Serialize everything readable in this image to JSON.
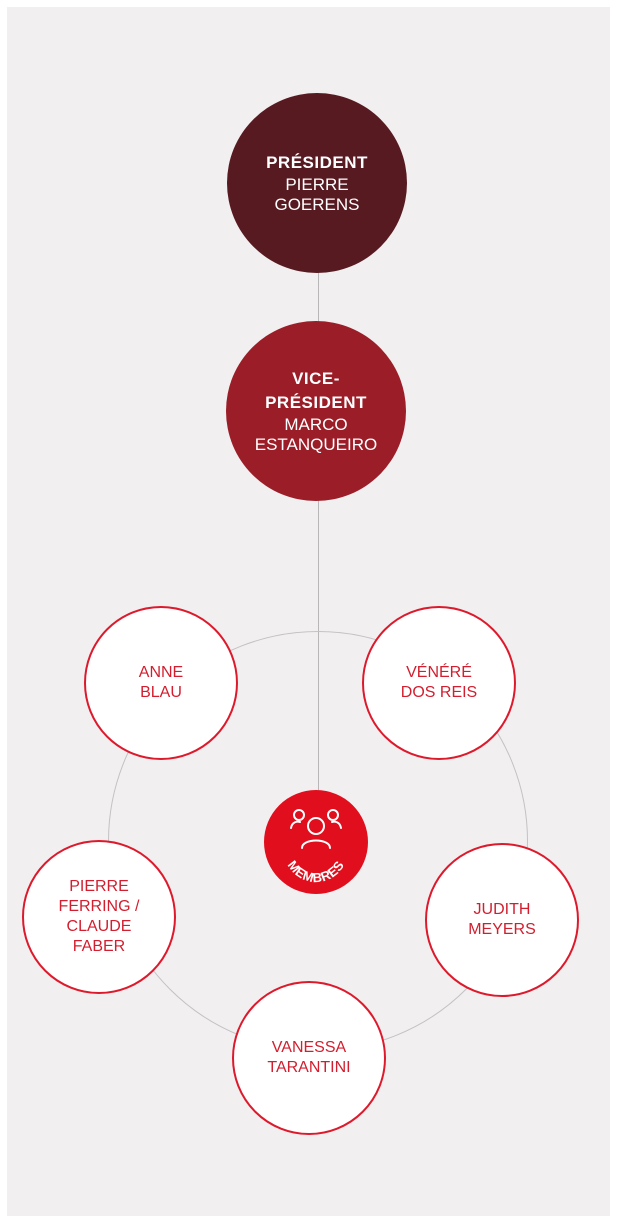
{
  "president": {
    "role": "PRÉSIDENT",
    "name_lines": [
      "PIERRE",
      "GOERENS"
    ],
    "color": "#561a20"
  },
  "vice_president": {
    "role_lines": [
      "VICE-",
      "PRÉSIDENT"
    ],
    "name_lines": [
      "MARCO",
      "ESTANQUEIRO"
    ],
    "color": "#9b1d27"
  },
  "hub": {
    "label": "MEMBRES",
    "icon": "people-icon",
    "color": "#e10f1d"
  },
  "members": [
    {
      "name_lines": [
        "ANNE",
        "BLAU"
      ]
    },
    {
      "name_lines": [
        "VÉNÉRÉ",
        "DOS REIS"
      ]
    },
    {
      "name_lines": [
        "PIERRE",
        "FERRING /",
        "CLAUDE",
        "FABER"
      ]
    },
    {
      "name_lines": [
        "JUDITH",
        "MEYERS"
      ]
    },
    {
      "name_lines": [
        "VANESSA",
        "TARANTINI"
      ]
    }
  ],
  "colors": {
    "background": "#f2eff1",
    "member_outline": "#dd1a2c",
    "member_text": "#d21e2e",
    "ring": "#c4c1c3"
  }
}
